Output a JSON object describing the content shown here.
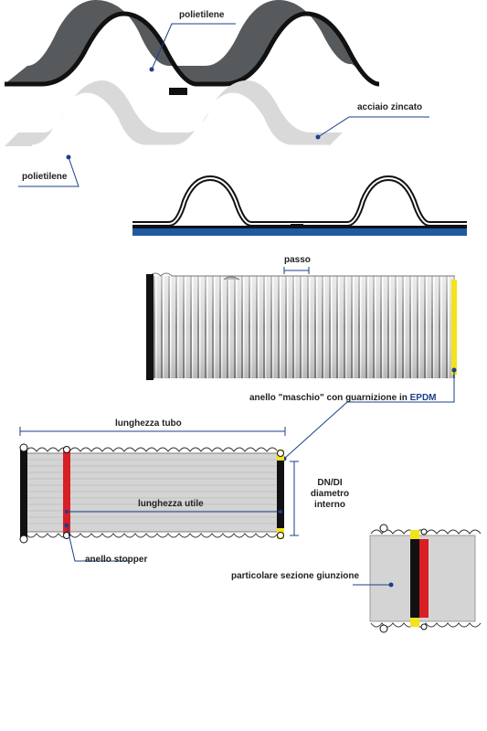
{
  "labels": {
    "polyethylene_top": "polietilene",
    "galvanized_steel": "acciaio zincato",
    "polyethylene_left": "polietilene",
    "pitch": "passo",
    "male_ring_prefix": "anello \"maschio\" con guarnizione in ",
    "male_ring_epdm": "EPDM",
    "pipe_length": "lunghezza tubo",
    "useful_length": "lunghezza utile",
    "diameter_line1": "DN/DI",
    "diameter_line2": "diametro",
    "diameter_line3": "interno",
    "stopper_ring": "anello stopper",
    "joint_detail": "particolare sezione giunzione"
  },
  "colors": {
    "dark_grey_layer": "#575a5d",
    "light_grey_layer": "#d9d9d9",
    "pipe_body": "#d0d0d0",
    "epdm_yellow": "#f2e31a",
    "stopper_red": "#d81f26",
    "black": "#111111",
    "blue_base": "#1f5aa0",
    "leader_blue": "#1b3f8b"
  }
}
